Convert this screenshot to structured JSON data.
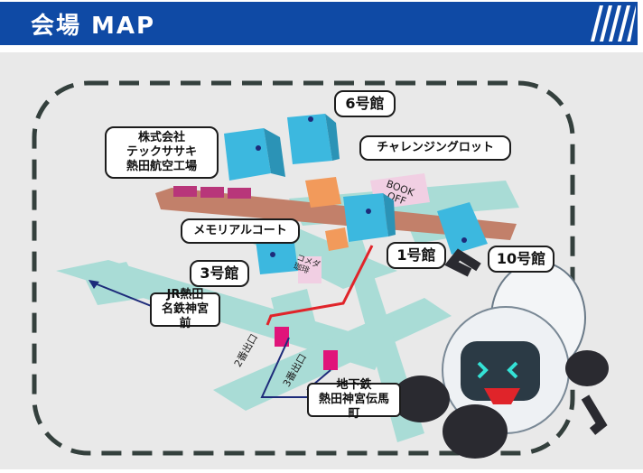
{
  "header": {
    "title": "会場 MAP",
    "color": "#0f4aa5"
  },
  "map": {
    "labels": {
      "hall6": "6号館",
      "tecksasaki": "株式会社\nテックササキ\n熱田航空工場",
      "challenge_lot": "チャレンジングロット",
      "memorial_court": "メモリアルコート",
      "hall3": "3号館",
      "hall1": "1号館",
      "hall10": "10号館",
      "jr_station": "JR熱田\n名鉄神宮前",
      "subway_station": "地下鉄\n熱田神宮伝馬町"
    },
    "signs": {
      "bookoff": "BOOK\nOFF",
      "komeda": "コメダ\n珈琲"
    },
    "exits": {
      "exit2": "2番出口",
      "exit3": "3番出口"
    },
    "colors": {
      "building": "#3cb8df",
      "road": "#a9dcd6",
      "route": "#e0242a",
      "exit": "#e0147a",
      "rail": "#c2806a",
      "pointer": "#1d2b7a"
    }
  }
}
